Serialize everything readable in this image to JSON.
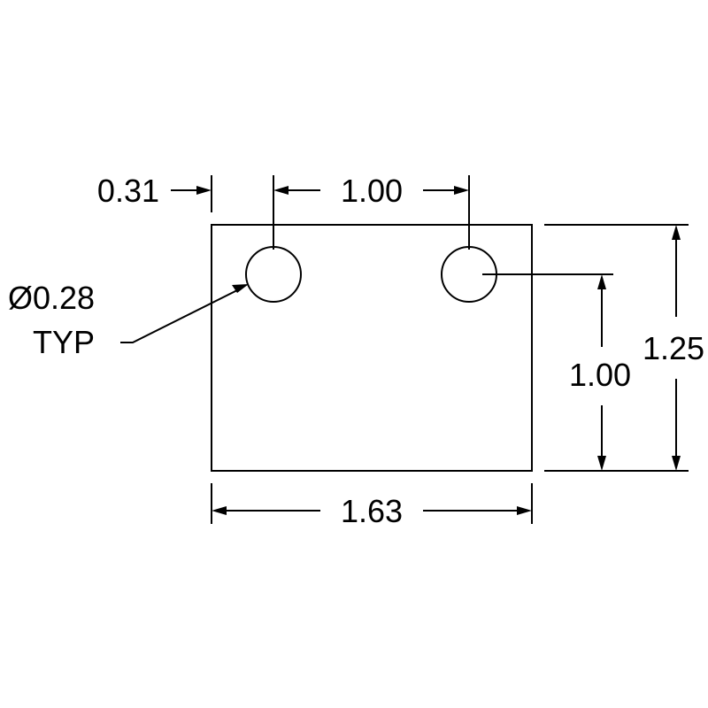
{
  "drawing": {
    "dimensions": {
      "hole_edge_offset": "0.31",
      "hole_spacing_horizontal": "1.00",
      "hole_spacing_vertical": "1.00",
      "overall_height": "1.25",
      "overall_width": "1.63"
    },
    "callout": {
      "hole_diameter": "Ø0.28",
      "qualifier": "TYP"
    }
  }
}
